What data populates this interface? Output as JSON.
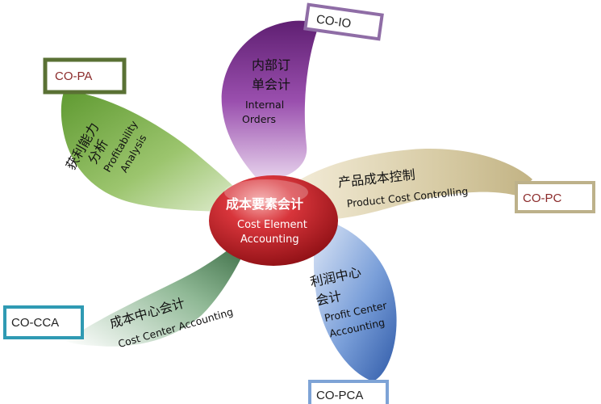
{
  "center": {
    "title_cn": "成本要素会计",
    "title_en_1": "Cost Element",
    "title_en_2": "Accounting",
    "color": "#c8161d"
  },
  "modules": [
    {
      "key": "co_io",
      "tag": "CO-IO",
      "cn_1": "内部订",
      "cn_2": "单会计",
      "en_1": "Internal",
      "en_2": "Orders",
      "color": "#7a2d8c",
      "tag_color": "#8f6da6"
    },
    {
      "key": "co_pc",
      "tag": "CO-PC",
      "cn": "产品成本控制",
      "en": "Product Cost Controlling",
      "color": "#c9bd94",
      "tag_color": "#bdb18a"
    },
    {
      "key": "co_pca",
      "tag": "CO-PCA",
      "cn_1": "利润中心",
      "cn_2": "会计",
      "en_1": "Profit Center",
      "en_2": "Accounting",
      "color": "#3b67b8",
      "tag_color": "#7ea3d6"
    },
    {
      "key": "co_cca",
      "tag": "CO-CCA",
      "cn": "成本中心会计",
      "en": "Cost Center Accounting",
      "color": "#2f6b3c",
      "tag_color": "#2f9ab3"
    },
    {
      "key": "co_pa",
      "tag": "CO-PA",
      "cn_1": "获利能力",
      "cn_2": "分析",
      "en_1": "Profitability",
      "en_2": "Analysis",
      "color": "#7db04a",
      "tag_color": "#5a7134"
    }
  ]
}
